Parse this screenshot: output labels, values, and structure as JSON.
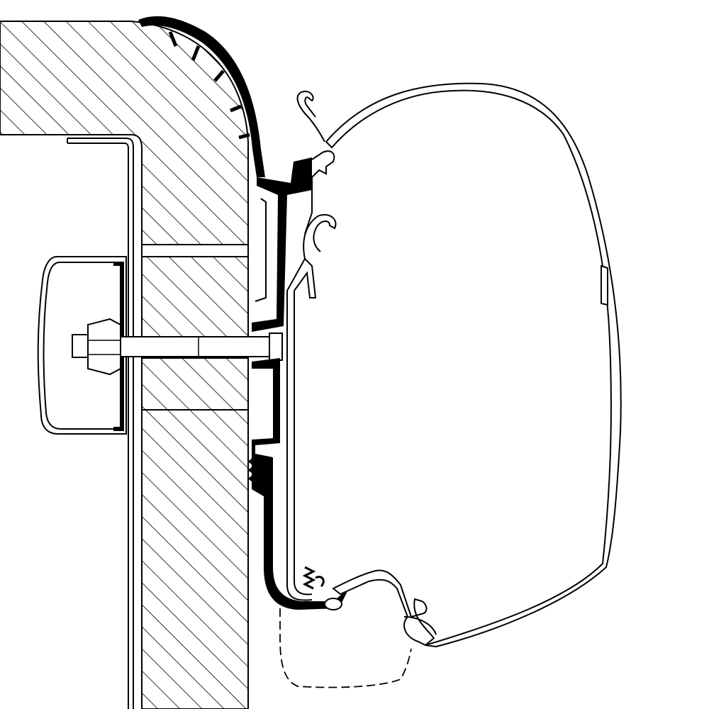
{
  "diagram": {
    "colors": {
      "line": "#000000",
      "background": "#ffffff",
      "hatch": "#000000"
    },
    "parts": [
      "vehicle-wall-section",
      "interior-panel",
      "mounting-bracket-plate",
      "bolt-and-nut",
      "adapter-rail-profile",
      "rubber-seal-strip",
      "awning-cassette",
      "dashed-alternative-outline"
    ]
  }
}
